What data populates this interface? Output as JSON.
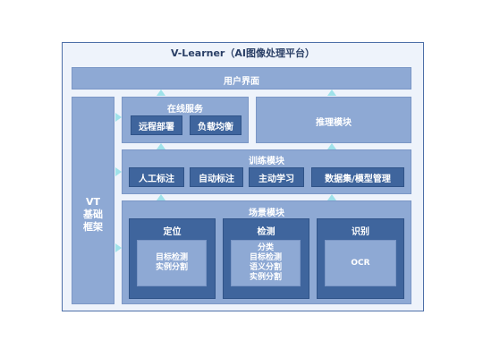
{
  "title": "V-Learner（AI图像处理平台）",
  "user_interface": "用户界面",
  "online_service": {
    "title": "在线服务",
    "items": [
      "远程部署",
      "负载均衡"
    ]
  },
  "inference": "推理模块",
  "training": {
    "title": "训练模块",
    "items": [
      "人工标注",
      "自动标注",
      "主动学习",
      "数据集/模型管理"
    ]
  },
  "scene": {
    "title": "场景模块",
    "localization": {
      "title": "定位",
      "lines": [
        "目标检测",
        "实例分割"
      ]
    },
    "detection": {
      "title": "检测",
      "lines": [
        "分类",
        "目标检测",
        "语义分割",
        "实例分割"
      ]
    },
    "recognition": {
      "title": "识别",
      "lines": [
        "OCR"
      ]
    }
  },
  "vt_framework": [
    "VT",
    "基础",
    "框架"
  ],
  "colors": {
    "light_block": "#8ea9d4",
    "dark_block": "#3f659d",
    "frame_border": "#4d6fa8",
    "arrow": "#9fe2ea"
  }
}
